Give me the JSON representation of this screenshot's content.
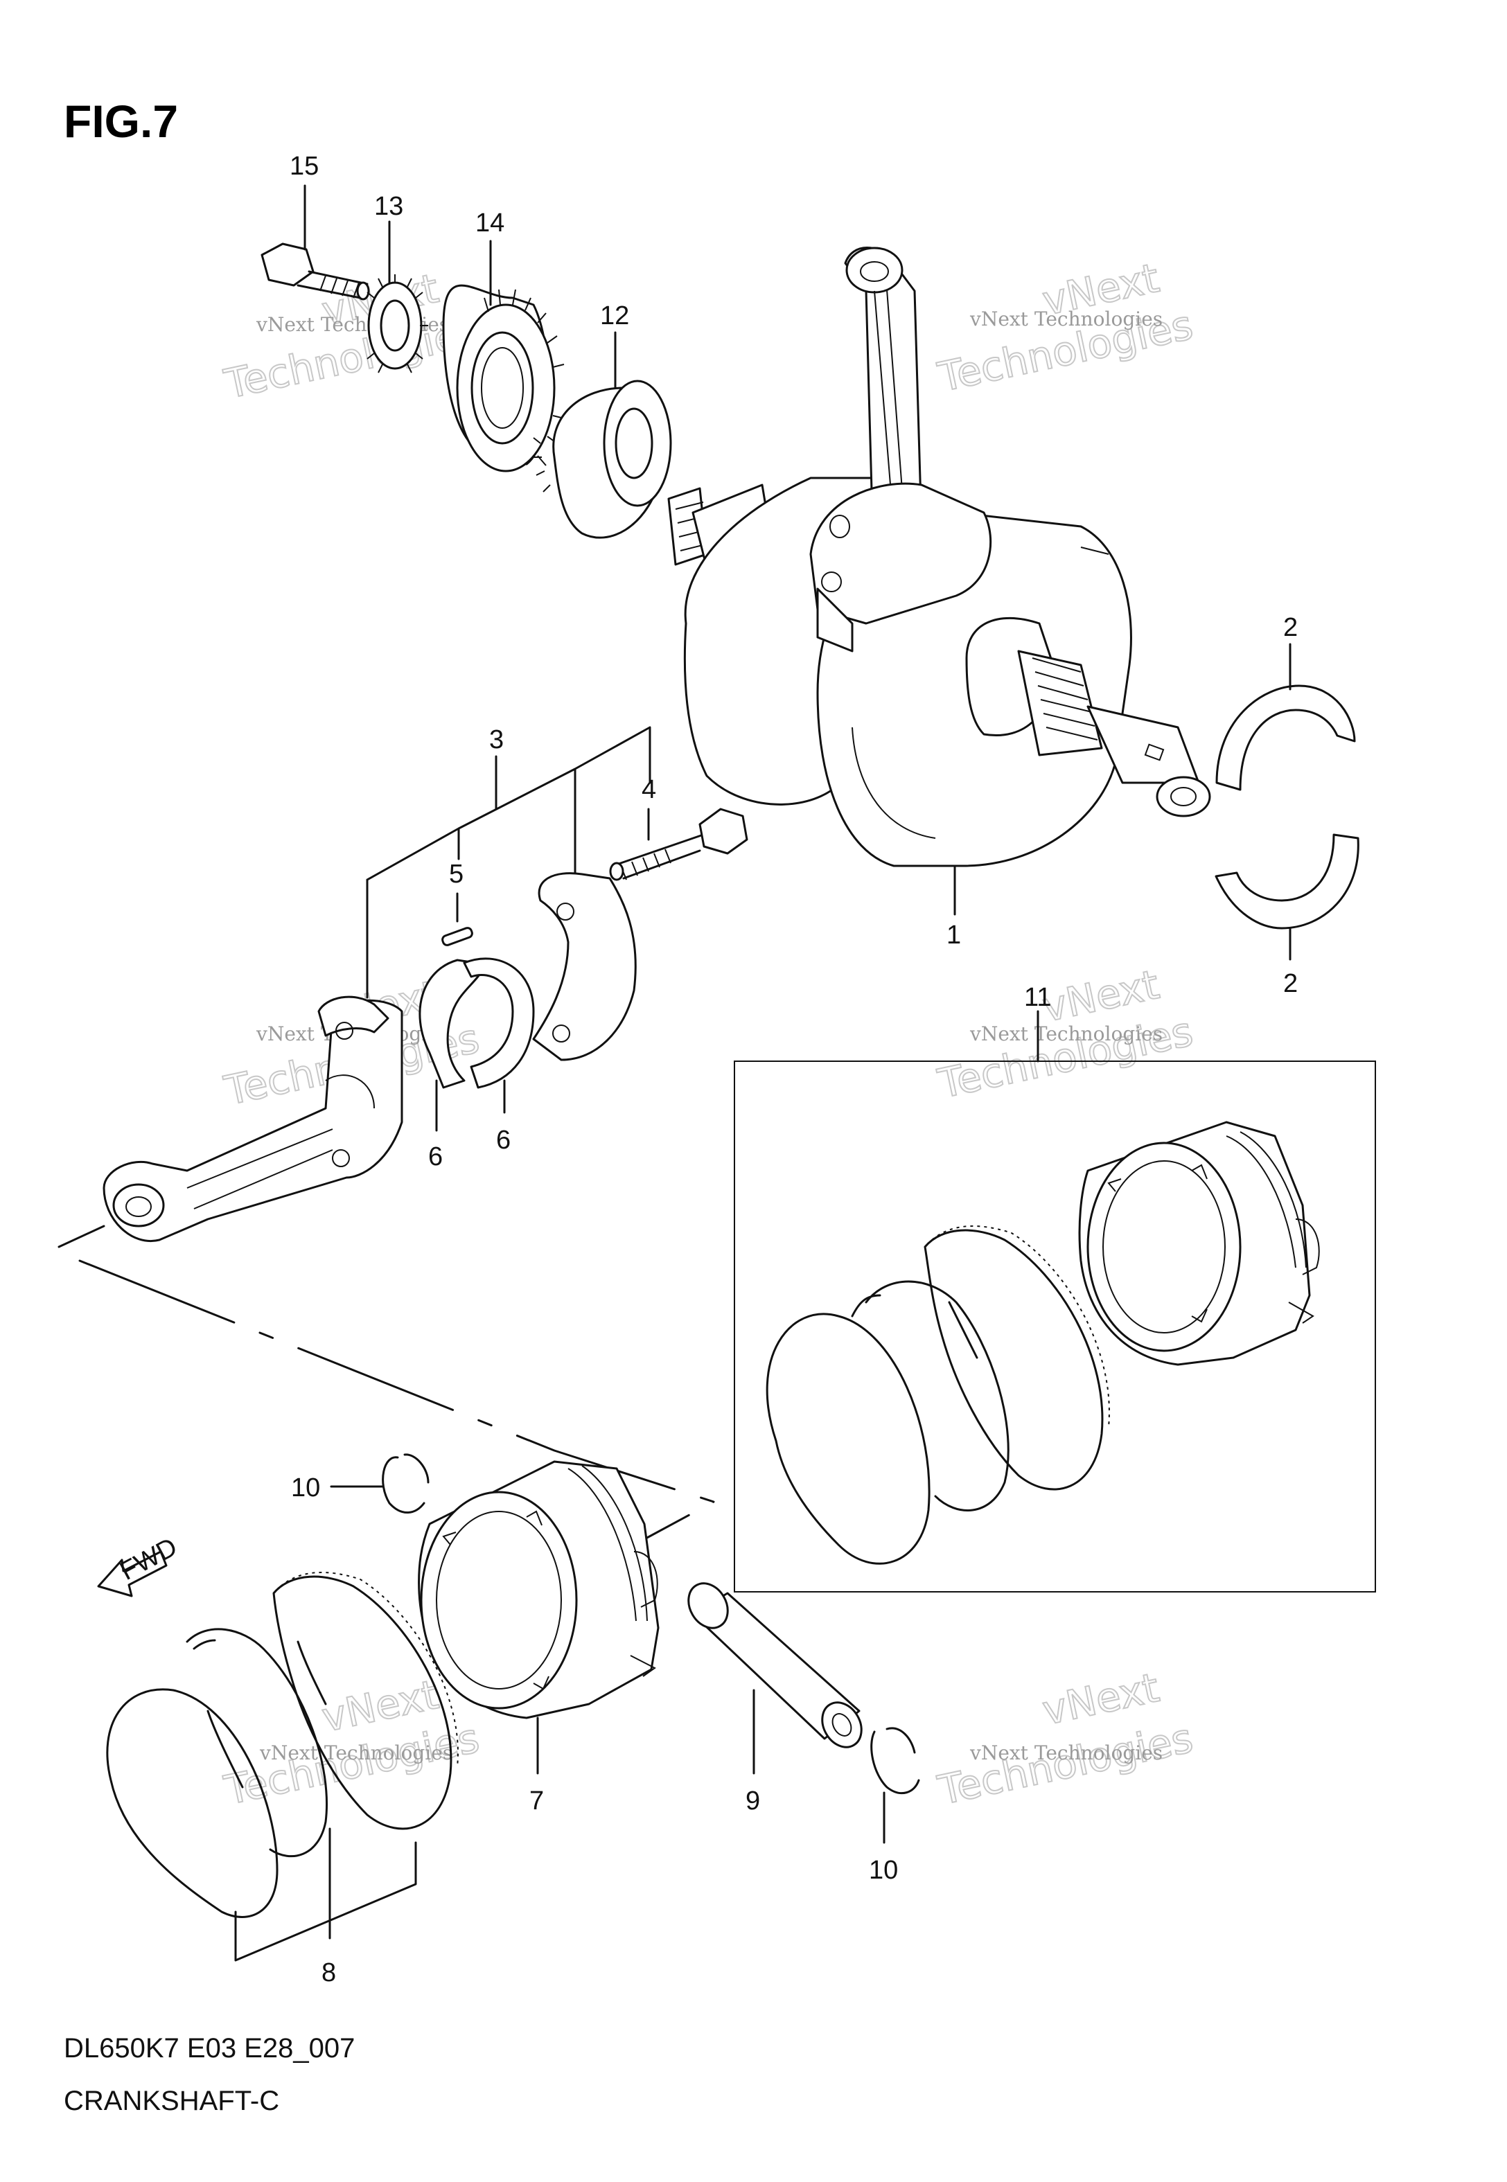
{
  "figure": {
    "title": "FIG.7",
    "model_code": "DL650K7 E03 E28_007",
    "section_name": "CRANKSHAFT-C"
  },
  "fwd_label": "FWD",
  "watermark": {
    "small": "vNext Technologies",
    "big_1": "vNext",
    "big_2": "Technologies"
  },
  "parts": [
    {
      "id": "p15",
      "number": "15",
      "name": "bolt"
    },
    {
      "id": "p13",
      "number": "13",
      "name": "washer"
    },
    {
      "id": "p14",
      "number": "14",
      "name": "gear"
    },
    {
      "id": "p12",
      "number": "12",
      "name": "spring washer"
    },
    {
      "id": "p1",
      "number": "1",
      "name": "crankshaft"
    },
    {
      "id": "p2a",
      "number": "2",
      "name": "bearing"
    },
    {
      "id": "p2b",
      "number": "2",
      "name": "bearing"
    },
    {
      "id": "p3",
      "number": "3",
      "name": "connecting rod"
    },
    {
      "id": "p4",
      "number": "4",
      "name": "bolt"
    },
    {
      "id": "p5",
      "number": "5",
      "name": "pin"
    },
    {
      "id": "p6a",
      "number": "6",
      "name": "bearing"
    },
    {
      "id": "p6b",
      "number": "6",
      "name": "bearing"
    },
    {
      "id": "p11",
      "number": "11",
      "name": "piston set"
    },
    {
      "id": "p10a",
      "number": "10",
      "name": "circlip"
    },
    {
      "id": "p7",
      "number": "7",
      "name": "piston"
    },
    {
      "id": "p9",
      "number": "9",
      "name": "piston pin"
    },
    {
      "id": "p10b",
      "number": "10",
      "name": "circlip"
    },
    {
      "id": "p8",
      "number": "8",
      "name": "ring set"
    }
  ]
}
